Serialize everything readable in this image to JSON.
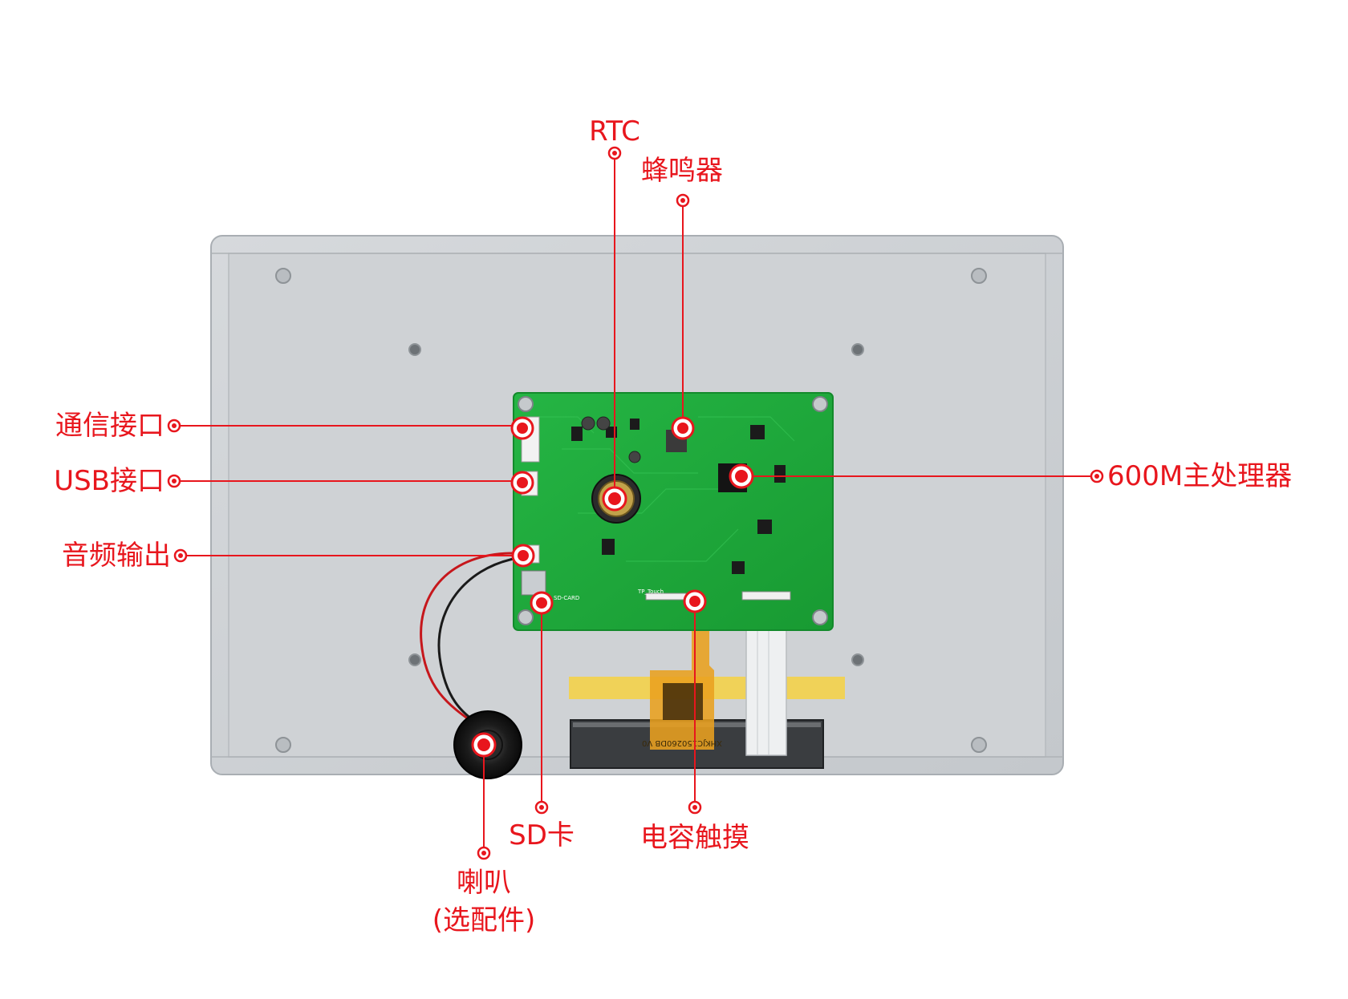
{
  "callouts": {
    "rtc": "RTC",
    "buzzer": "蜂鸣器",
    "comm_port": "通信接口",
    "usb_port": "USB接口",
    "audio_out": "音频输出",
    "cpu": "600M主处理器",
    "sd_card": "SD卡",
    "touch": "电容触摸",
    "speaker_line1": "喇叭",
    "speaker_line2": "(选配件)"
  },
  "pcb_silkscreen": {
    "sd_card_label": "SD-CARD",
    "tp_label": "TP_Touch",
    "fpc_text": "XHKJC150260DB V0"
  },
  "colors": {
    "accent_red": "#e8161d",
    "pcb_green": "#1fa83a",
    "housing_grey": "#c8ccd0"
  }
}
